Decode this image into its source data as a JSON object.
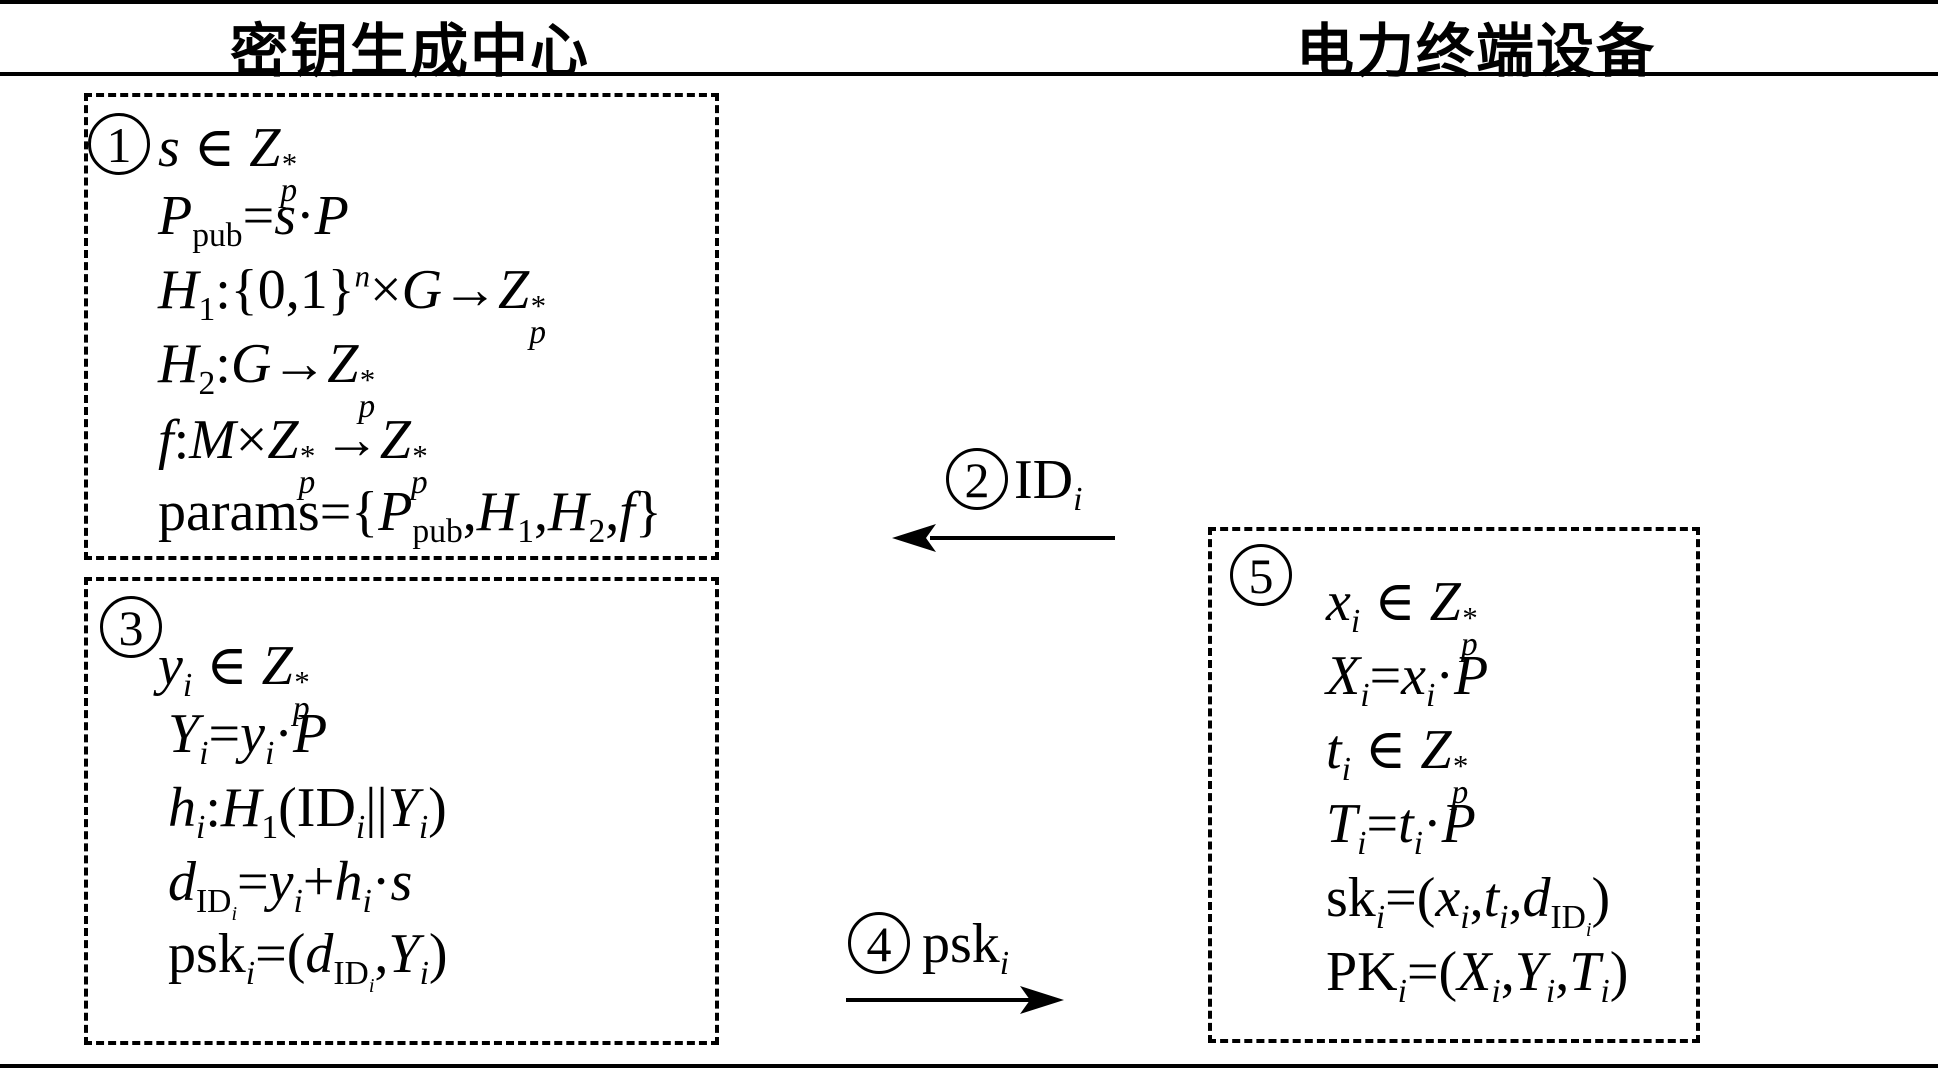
{
  "header": {
    "left_title": "密钥生成中心",
    "right_title": "电力终端设备"
  },
  "steps": {
    "s1": "1",
    "s2": "2",
    "s3": "3",
    "s4": "4",
    "s5": "5"
  },
  "messages": {
    "m2_id": "ID",
    "m4_psk": "psk"
  },
  "kgc_setup": {
    "params_word": "params"
  },
  "kgc_extract": {},
  "device": {}
}
